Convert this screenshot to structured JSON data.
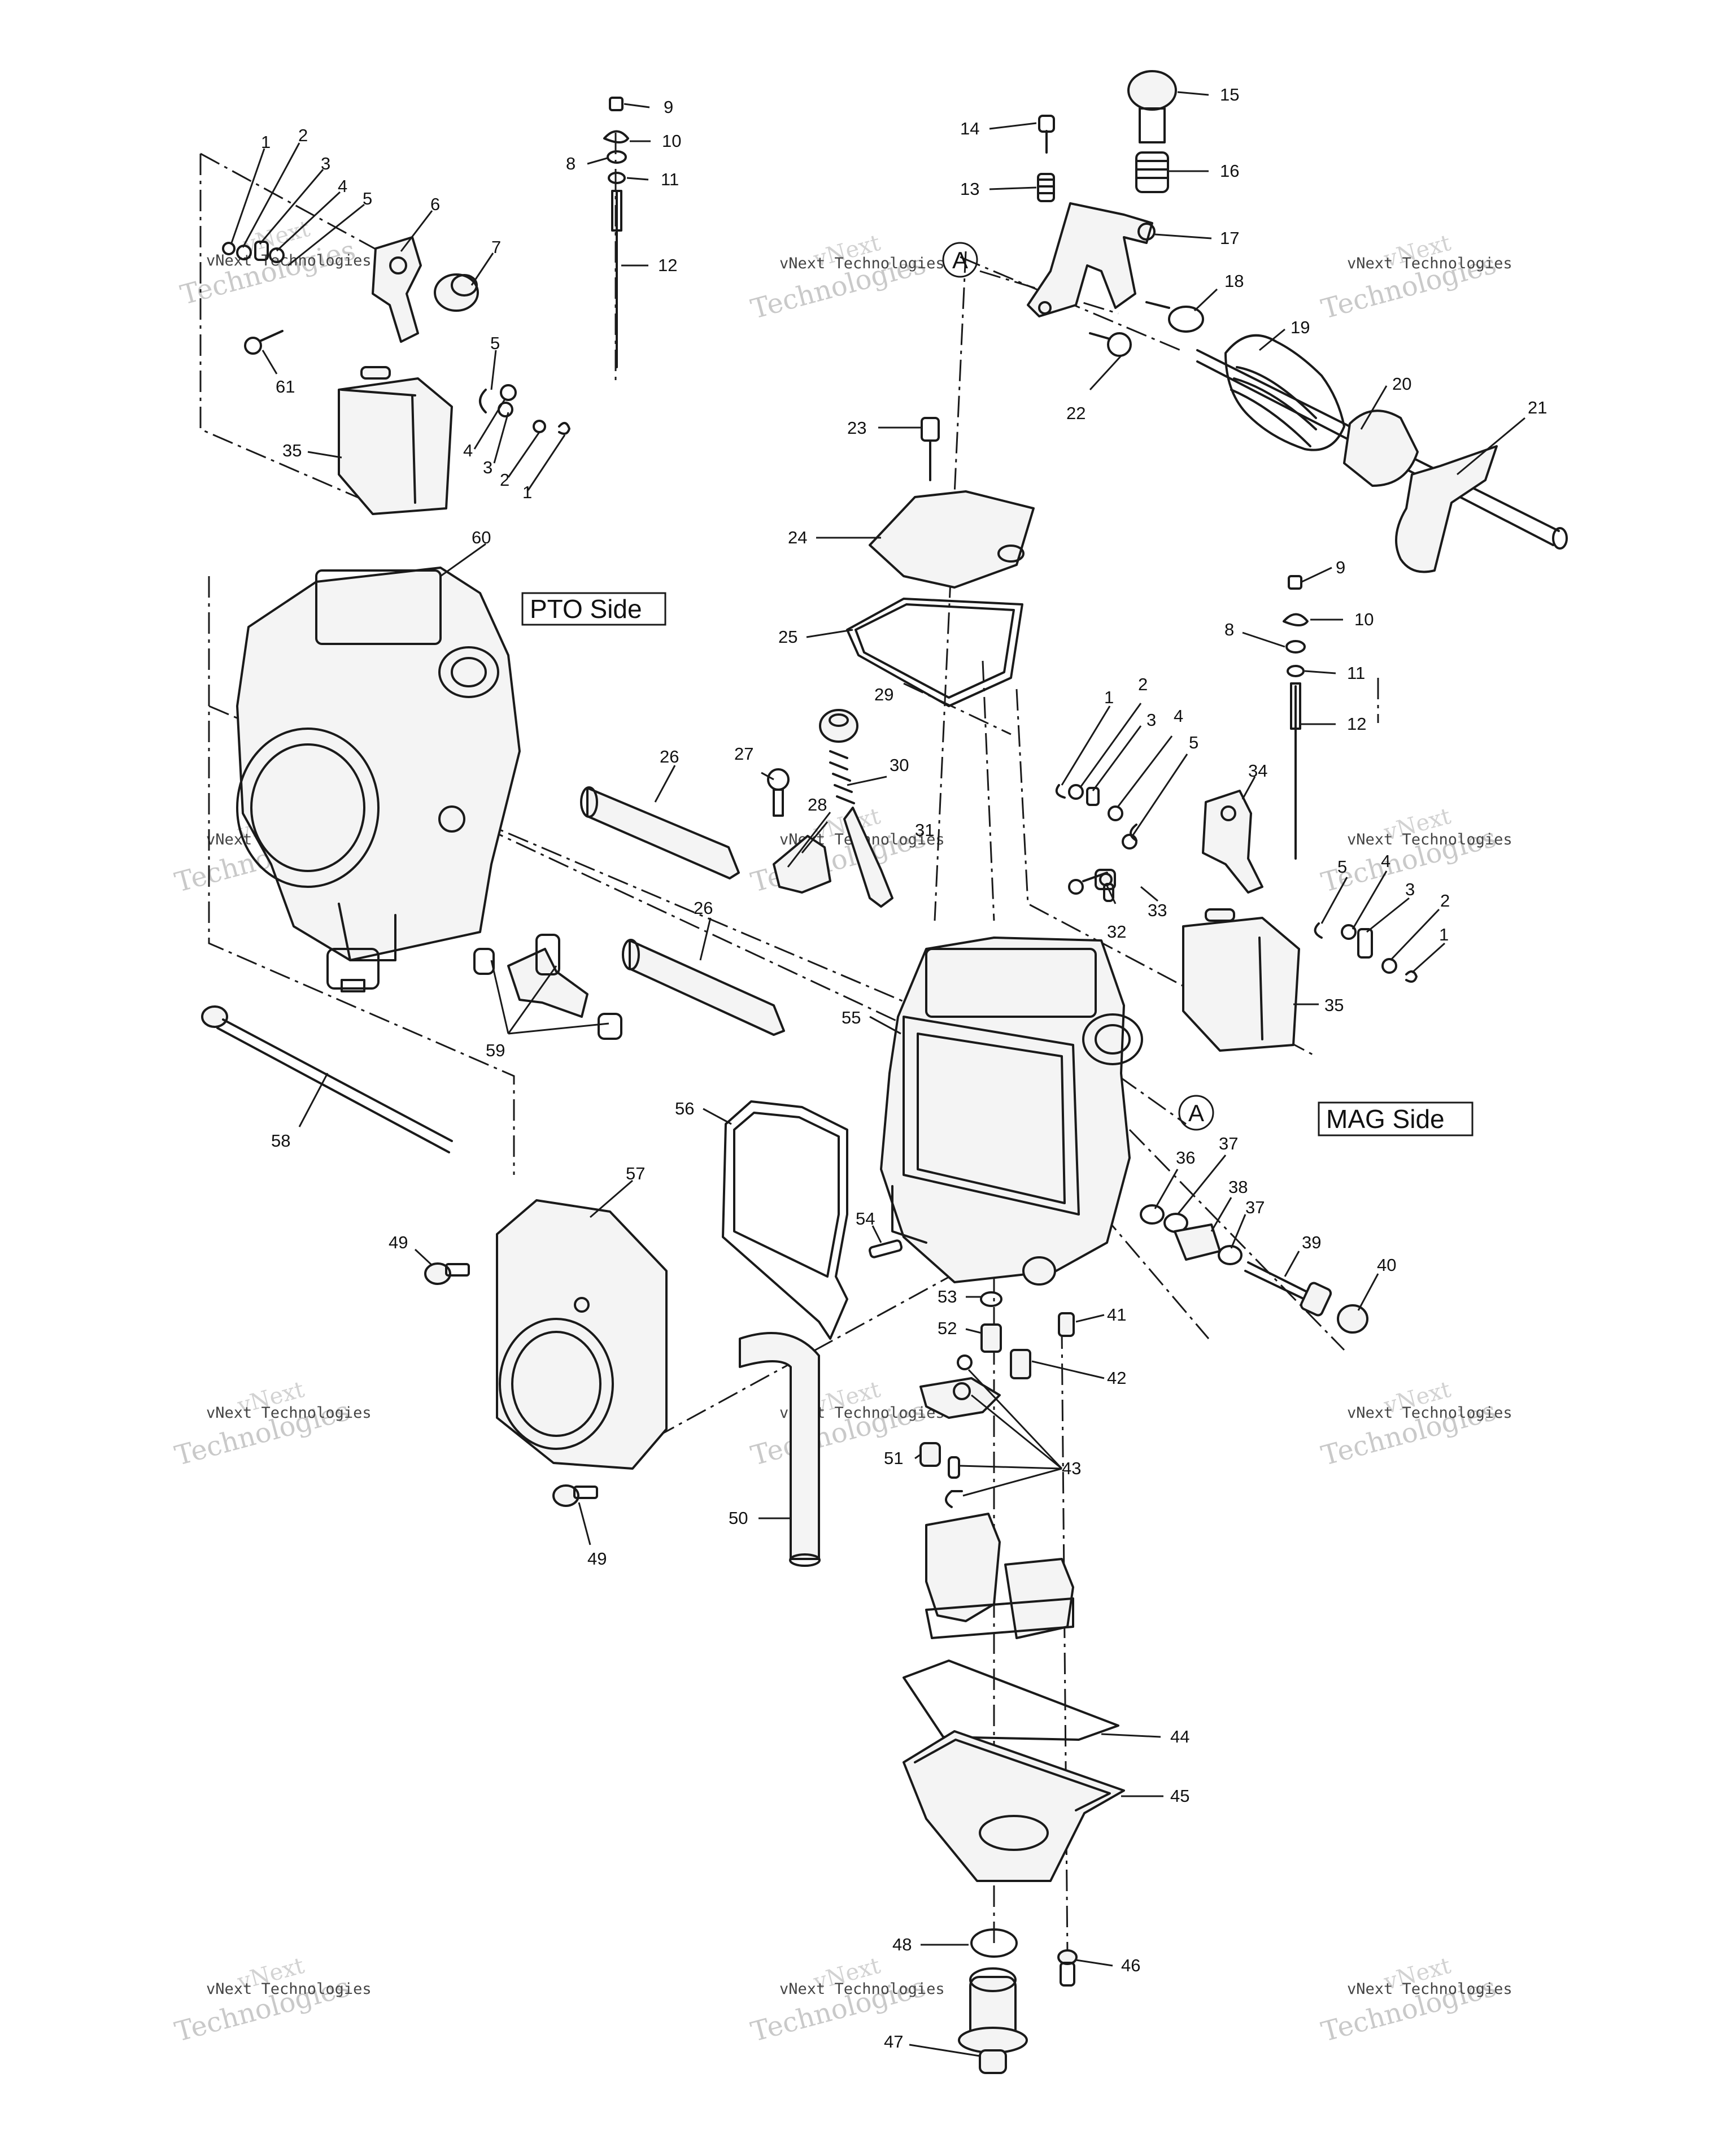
{
  "diagram": {
    "side_labels": {
      "pto": "PTO Side",
      "mag": "MAG Side"
    },
    "reference_marker": "A",
    "watermark": {
      "line_top": "vNext",
      "line_main": "Technologies",
      "line_sub": "vNext Technologies"
    },
    "callouts": [
      {
        "id": "c1a",
        "text": "1"
      },
      {
        "id": "c2a",
        "text": "2"
      },
      {
        "id": "c3a",
        "text": "3"
      },
      {
        "id": "c4a",
        "text": "4"
      },
      {
        "id": "c5a",
        "text": "5"
      },
      {
        "id": "c6",
        "text": "6"
      },
      {
        "id": "c7",
        "text": "7"
      },
      {
        "id": "c61",
        "text": "61"
      },
      {
        "id": "c5b",
        "text": "5"
      },
      {
        "id": "c4b",
        "text": "4"
      },
      {
        "id": "c3b",
        "text": "3"
      },
      {
        "id": "c2b",
        "text": "2"
      },
      {
        "id": "c1b",
        "text": "1"
      },
      {
        "id": "c35a",
        "text": "35"
      },
      {
        "id": "c9a",
        "text": "9"
      },
      {
        "id": "c10a",
        "text": "10"
      },
      {
        "id": "c8a",
        "text": "8"
      },
      {
        "id": "c11a",
        "text": "11"
      },
      {
        "id": "c12a",
        "text": "12"
      },
      {
        "id": "c14",
        "text": "14"
      },
      {
        "id": "c15",
        "text": "15"
      },
      {
        "id": "c13",
        "text": "13"
      },
      {
        "id": "c16",
        "text": "16"
      },
      {
        "id": "c17",
        "text": "17"
      },
      {
        "id": "c18",
        "text": "18"
      },
      {
        "id": "c19",
        "text": "19"
      },
      {
        "id": "c22",
        "text": "22"
      },
      {
        "id": "c20",
        "text": "20"
      },
      {
        "id": "c21",
        "text": "21"
      },
      {
        "id": "c23",
        "text": "23"
      },
      {
        "id": "c24",
        "text": "24"
      },
      {
        "id": "c25",
        "text": "25"
      },
      {
        "id": "c29",
        "text": "29"
      },
      {
        "id": "c60",
        "text": "60"
      },
      {
        "id": "c26a",
        "text": "26"
      },
      {
        "id": "c27",
        "text": "27"
      },
      {
        "id": "c30",
        "text": "30"
      },
      {
        "id": "c28",
        "text": "28"
      },
      {
        "id": "c31",
        "text": "31"
      },
      {
        "id": "c26b",
        "text": "26"
      },
      {
        "id": "c59",
        "text": "59"
      },
      {
        "id": "c58",
        "text": "58"
      },
      {
        "id": "c9b",
        "text": "9"
      },
      {
        "id": "c10b",
        "text": "10"
      },
      {
        "id": "c8b",
        "text": "8"
      },
      {
        "id": "c11b",
        "text": "11"
      },
      {
        "id": "c12b",
        "text": "12"
      },
      {
        "id": "c1c",
        "text": "1"
      },
      {
        "id": "c2c",
        "text": "2"
      },
      {
        "id": "c3c",
        "text": "3"
      },
      {
        "id": "c4c",
        "text": "4"
      },
      {
        "id": "c5c",
        "text": "5"
      },
      {
        "id": "c34",
        "text": "34"
      },
      {
        "id": "c5d",
        "text": "5"
      },
      {
        "id": "c4d",
        "text": "4"
      },
      {
        "id": "c3d",
        "text": "3"
      },
      {
        "id": "c2d",
        "text": "2"
      },
      {
        "id": "c1d",
        "text": "1"
      },
      {
        "id": "c32",
        "text": "32"
      },
      {
        "id": "c33",
        "text": "33"
      },
      {
        "id": "c35b",
        "text": "35"
      },
      {
        "id": "c55",
        "text": "55"
      },
      {
        "id": "c56",
        "text": "56"
      },
      {
        "id": "c36",
        "text": "36"
      },
      {
        "id": "c37a",
        "text": "37"
      },
      {
        "id": "c38",
        "text": "38"
      },
      {
        "id": "c37b",
        "text": "37"
      },
      {
        "id": "c39",
        "text": "39"
      },
      {
        "id": "c40",
        "text": "40"
      },
      {
        "id": "c57",
        "text": "57"
      },
      {
        "id": "c49a",
        "text": "49"
      },
      {
        "id": "c54",
        "text": "54"
      },
      {
        "id": "c53",
        "text": "53"
      },
      {
        "id": "c52",
        "text": "52"
      },
      {
        "id": "c41",
        "text": "41"
      },
      {
        "id": "c42",
        "text": "42"
      },
      {
        "id": "c51",
        "text": "51"
      },
      {
        "id": "c43",
        "text": "43"
      },
      {
        "id": "c50",
        "text": "50"
      },
      {
        "id": "c49b",
        "text": "49"
      },
      {
        "id": "c44",
        "text": "44"
      },
      {
        "id": "c45",
        "text": "45"
      },
      {
        "id": "c48",
        "text": "48"
      },
      {
        "id": "c46",
        "text": "46"
      },
      {
        "id": "c47",
        "text": "47"
      }
    ]
  }
}
